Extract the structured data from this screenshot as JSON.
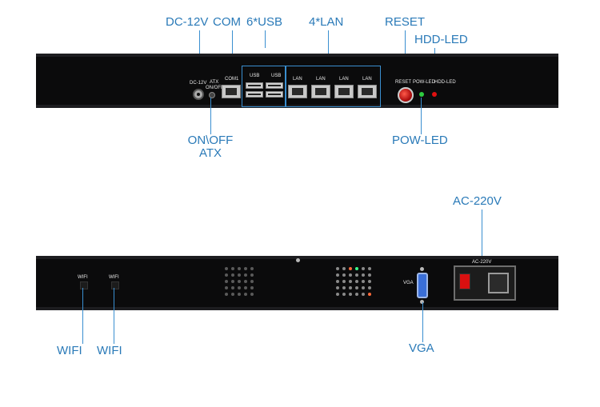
{
  "front_panel": {
    "callouts": {
      "dc": "DC-12V",
      "com": "COM",
      "usb": "6*USB",
      "lan": "4*LAN",
      "reset": "RESET",
      "hdd_led": "HDD-LED",
      "onoff_line1": "ON\\OFF",
      "onoff_line2": "ATX",
      "pow_led": "POW-LED"
    },
    "silkscreen": {
      "dc": "DC-12V",
      "atx": "ATX",
      "onoff": "ON/OFF",
      "com1": "COM1",
      "usb": "USB",
      "lan": "LAN",
      "reset": "RESET",
      "pow_led": "POW-LED",
      "hdd_led": "HDD-LED"
    }
  },
  "back_panel": {
    "callouts": {
      "ac": "AC-220V",
      "wifi1": "WIFI",
      "wifi2": "WIFI",
      "vga": "VGA"
    },
    "silkscreen": {
      "wifi": "WIFI",
      "vga": "VGA",
      "ac": "AC-220V"
    }
  },
  "colors": {
    "callout_text": "#2a7ab8",
    "leader_line": "#3a8fd0",
    "chassis": "#0b0b0c",
    "pow_led": "#2ecc40",
    "hdd_led": "#e01010"
  }
}
